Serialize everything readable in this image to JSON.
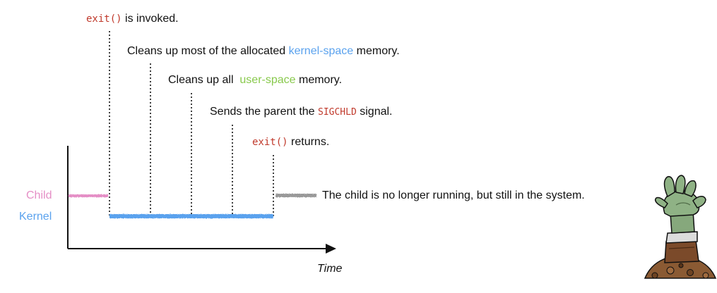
{
  "colors": {
    "code": "#c0392b",
    "kernel": "#5aa2ee",
    "user": "#88c94c",
    "child": "#e58fc6",
    "zombie_state": "#999999",
    "axis": "#111111"
  },
  "events": [
    {
      "code": "exit()",
      "text": " is invoked."
    },
    {
      "pre": "Cleans up most of the allocated ",
      "hl": "kernel-space",
      "post": " memory."
    },
    {
      "pre": "Cleans up all  ",
      "hl": "user-space",
      "post": " memory."
    },
    {
      "pre": "Sends the parent the ",
      "code": "SIGCHLD",
      "post": " signal."
    },
    {
      "code": "exit()",
      "text": " returns."
    }
  ],
  "rows": {
    "child": "Child",
    "kernel": "Kernel"
  },
  "axis": {
    "xlabel": "Time"
  },
  "zombie_note": "The child is no longer running, but still in the system.",
  "illustration": {
    "icon": "zombie-hand-icon"
  }
}
